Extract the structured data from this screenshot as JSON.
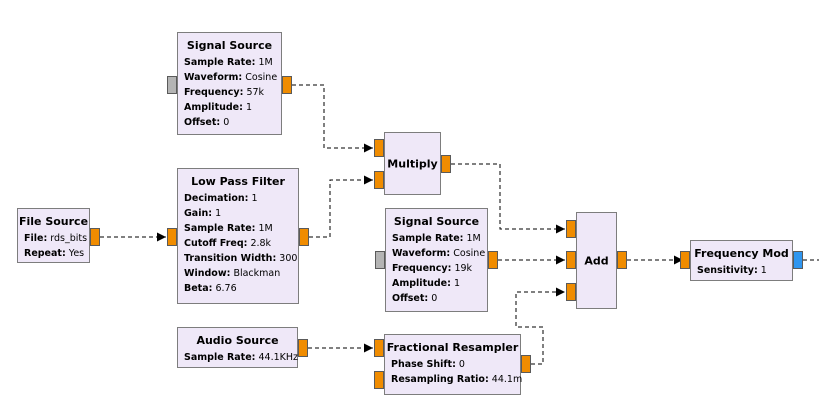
{
  "blocks": {
    "signal_source_1": {
      "title": "Signal Source",
      "params": [
        {
          "k": "Sample Rate:",
          "v": "1M"
        },
        {
          "k": "Waveform:",
          "v": "Cosine"
        },
        {
          "k": "Frequency:",
          "v": "57k"
        },
        {
          "k": "Amplitude:",
          "v": "1"
        },
        {
          "k": "Offset:",
          "v": "0"
        }
      ]
    },
    "low_pass_filter": {
      "title": "Low Pass Filter",
      "params": [
        {
          "k": "Decimation:",
          "v": "1"
        },
        {
          "k": "Gain:",
          "v": "1"
        },
        {
          "k": "Sample Rate:",
          "v": "1M"
        },
        {
          "k": "Cutoff Freq:",
          "v": "2.8k"
        },
        {
          "k": "Transition Width:",
          "v": "300"
        },
        {
          "k": "Window:",
          "v": "Blackman"
        },
        {
          "k": "Beta:",
          "v": "6.76"
        }
      ]
    },
    "file_source": {
      "title": "File Source",
      "params": [
        {
          "k": "File:",
          "v": "rds_bits"
        },
        {
          "k": "Repeat:",
          "v": "Yes"
        }
      ]
    },
    "multiply": {
      "title": "Multiply"
    },
    "signal_source_2": {
      "title": "Signal Source",
      "params": [
        {
          "k": "Sample Rate:",
          "v": "1M"
        },
        {
          "k": "Waveform:",
          "v": "Cosine"
        },
        {
          "k": "Frequency:",
          "v": "19k"
        },
        {
          "k": "Amplitude:",
          "v": "1"
        },
        {
          "k": "Offset:",
          "v": "0"
        }
      ]
    },
    "add": {
      "title": "Add"
    },
    "frequency_mod": {
      "title": "Frequency Mod",
      "params": [
        {
          "k": "Sensitivity:",
          "v": "1"
        }
      ]
    },
    "audio_source": {
      "title": "Audio Source",
      "params": [
        {
          "k": "Sample Rate:",
          "v": "44.1KHz"
        }
      ]
    },
    "fractional_resampler": {
      "title": "Fractional Resampler",
      "params": [
        {
          "k": "Phase Shift:",
          "v": "0"
        },
        {
          "k": "Resampling Ratio:",
          "v": "44.1m"
        }
      ]
    }
  },
  "colors": {
    "block_fill": "#efe8f8",
    "port_out": "#f08c00",
    "port_disabled": "#b4b4b4",
    "port_message": "#2f96f0"
  }
}
